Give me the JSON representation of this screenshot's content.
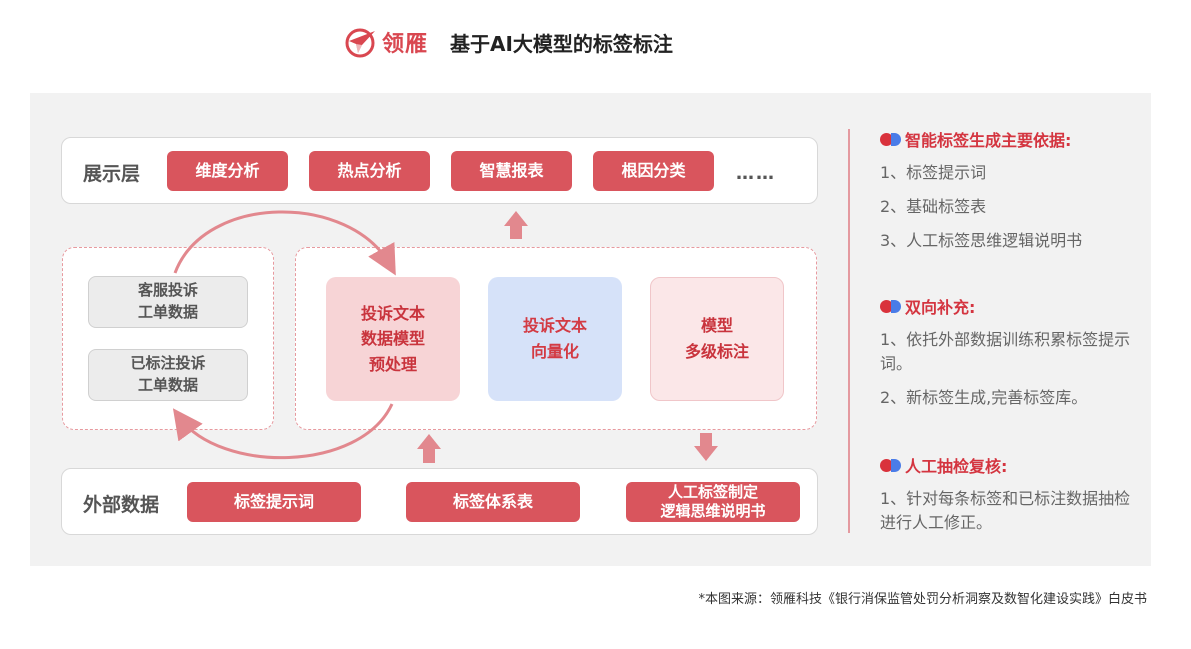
{
  "header": {
    "logo_text": "领雁",
    "title": "基于AI大模型的标签标注",
    "logo_icon": "lingyan-bird-logo-icon",
    "brand_color": "#d94750"
  },
  "display_layer": {
    "label": "展示层",
    "items": [
      "维度分析",
      "热点分析",
      "智慧报表",
      "根因分类"
    ],
    "more": "……"
  },
  "left_group": {
    "items": [
      {
        "line1": "客服投诉",
        "line2": "工单数据"
      },
      {
        "line1": "已标注投诉",
        "line2": "工单数据"
      }
    ]
  },
  "process": {
    "cards": [
      {
        "lines": [
          "投诉文本",
          "数据模型",
          "预处理"
        ]
      },
      {
        "lines": [
          "投诉文本",
          "向量化"
        ]
      },
      {
        "lines": [
          "模型",
          "多级标注"
        ]
      }
    ]
  },
  "external_layer": {
    "label": "外部数据",
    "items": [
      {
        "line1": "标签提示词",
        "line2": ""
      },
      {
        "line1": "标签体系表",
        "line2": ""
      },
      {
        "line1": "人工标签制定",
        "line2": "逻辑思维说明书"
      }
    ]
  },
  "side": {
    "sections": [
      {
        "title": "智能标签生成主要依据:",
        "items": [
          "1、标签提示词",
          "2、基础标签表",
          "3、人工标签思维逻辑说明书"
        ]
      },
      {
        "title": "双向补充:",
        "items": [
          "1、依托外部数据训练积累标签提示词。",
          "2、新标签生成,完善标签库。"
        ]
      },
      {
        "title": "人工抽检复核:",
        "items": [
          "1、针对每条标签和已标注数据抽检进行人工修正。"
        ]
      }
    ]
  },
  "source": "*本图来源：领雁科技《银行消保监管处罚分析洞察及数智化建设实践》白皮书",
  "colors": {
    "accent": "#d9555d",
    "dashed": "#e79a9f",
    "blue": "#4a7ce8"
  }
}
